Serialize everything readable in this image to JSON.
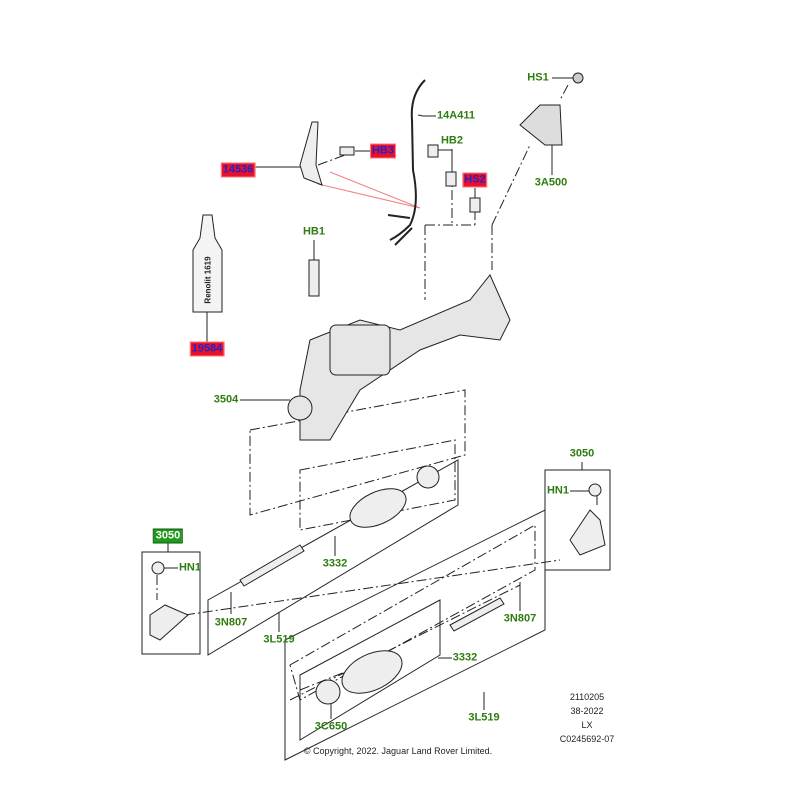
{
  "diagram": {
    "title": "Steering gear assembly parts diagram",
    "labels": {
      "hs1": "HS1",
      "p14a411": "14A411",
      "hb2": "HB2",
      "hb3": "HB3",
      "p14536": "14536",
      "hs2": "HS2",
      "p3a500": "3A500",
      "hb1": "HB1",
      "p19584": "19584",
      "p3504": "3504",
      "p3050_right": "3050",
      "hn1_right": "HN1",
      "p3050_left": "3050",
      "hn1_left": "HN1",
      "p3332_upper": "3332",
      "p3n807_left": "3N807",
      "p3l519_upper": "3L519",
      "p3n807_right": "3N807",
      "p3332_lower": "3332",
      "p3c650": "3C650",
      "p3l519_lower": "3L519"
    },
    "tube_text": "Renolit 1619",
    "reference": [
      "2110205",
      "38-2022",
      "LX",
      "C0245692-07"
    ],
    "copyright": "© Copyright, 2022. Jaguar Land Rover Limited.",
    "colors": {
      "label_green": "#2e7d10",
      "highlight_red": "#e8102a",
      "highlight_text_blue": "#2323c8",
      "highlight_green": "#1f9a1f"
    }
  }
}
